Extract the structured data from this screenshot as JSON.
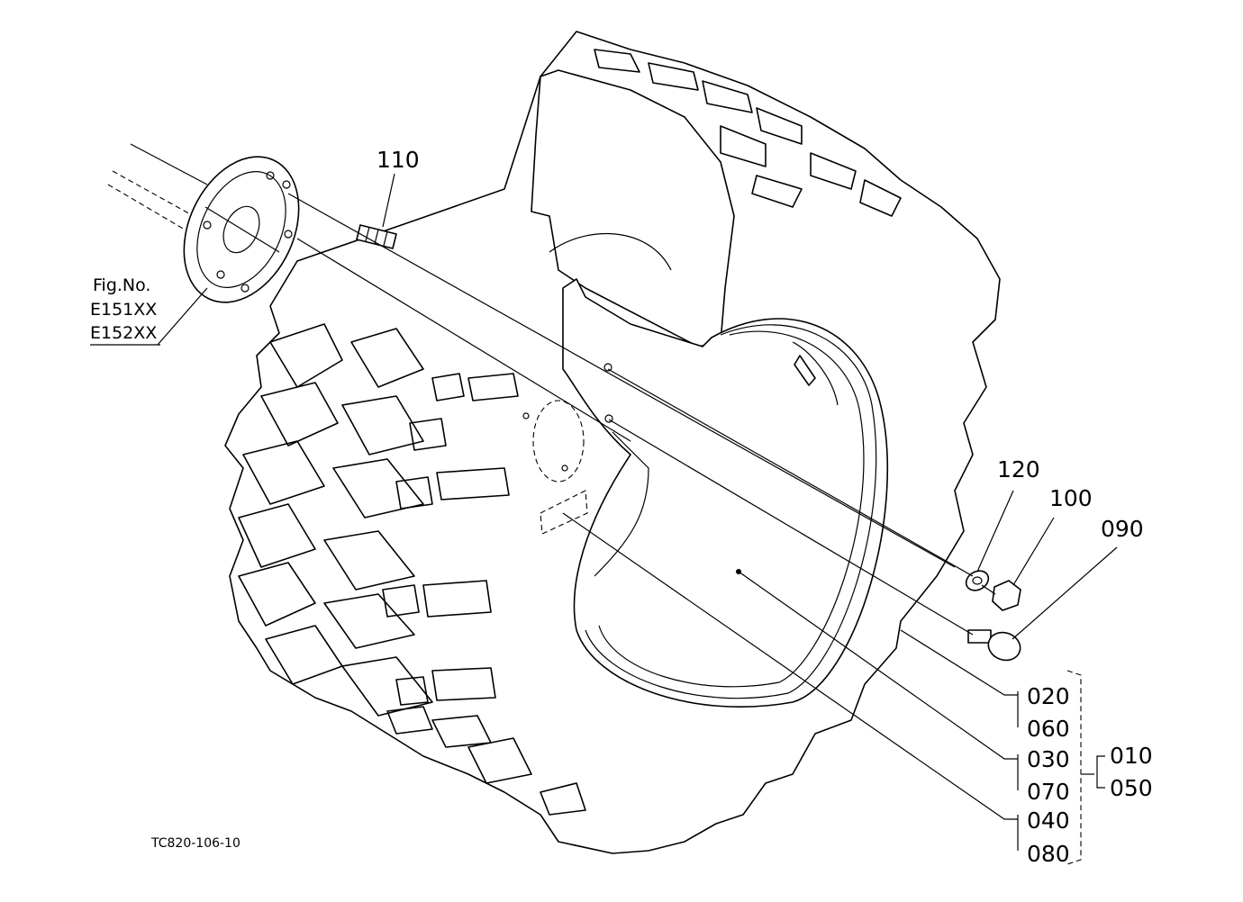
{
  "figure_ref": {
    "title": "Fig.No.",
    "numbers": [
      "E151XX",
      "E152XX"
    ]
  },
  "drawing_code": "TC820-106-10",
  "part_labels": {
    "p110": "110",
    "p120": "120",
    "p100": "100",
    "p090": "090",
    "p020": "020",
    "p060": "060",
    "p030": "030",
    "p070": "070",
    "p040": "040",
    "p080": "080",
    "p010": "010",
    "p050": "050"
  }
}
